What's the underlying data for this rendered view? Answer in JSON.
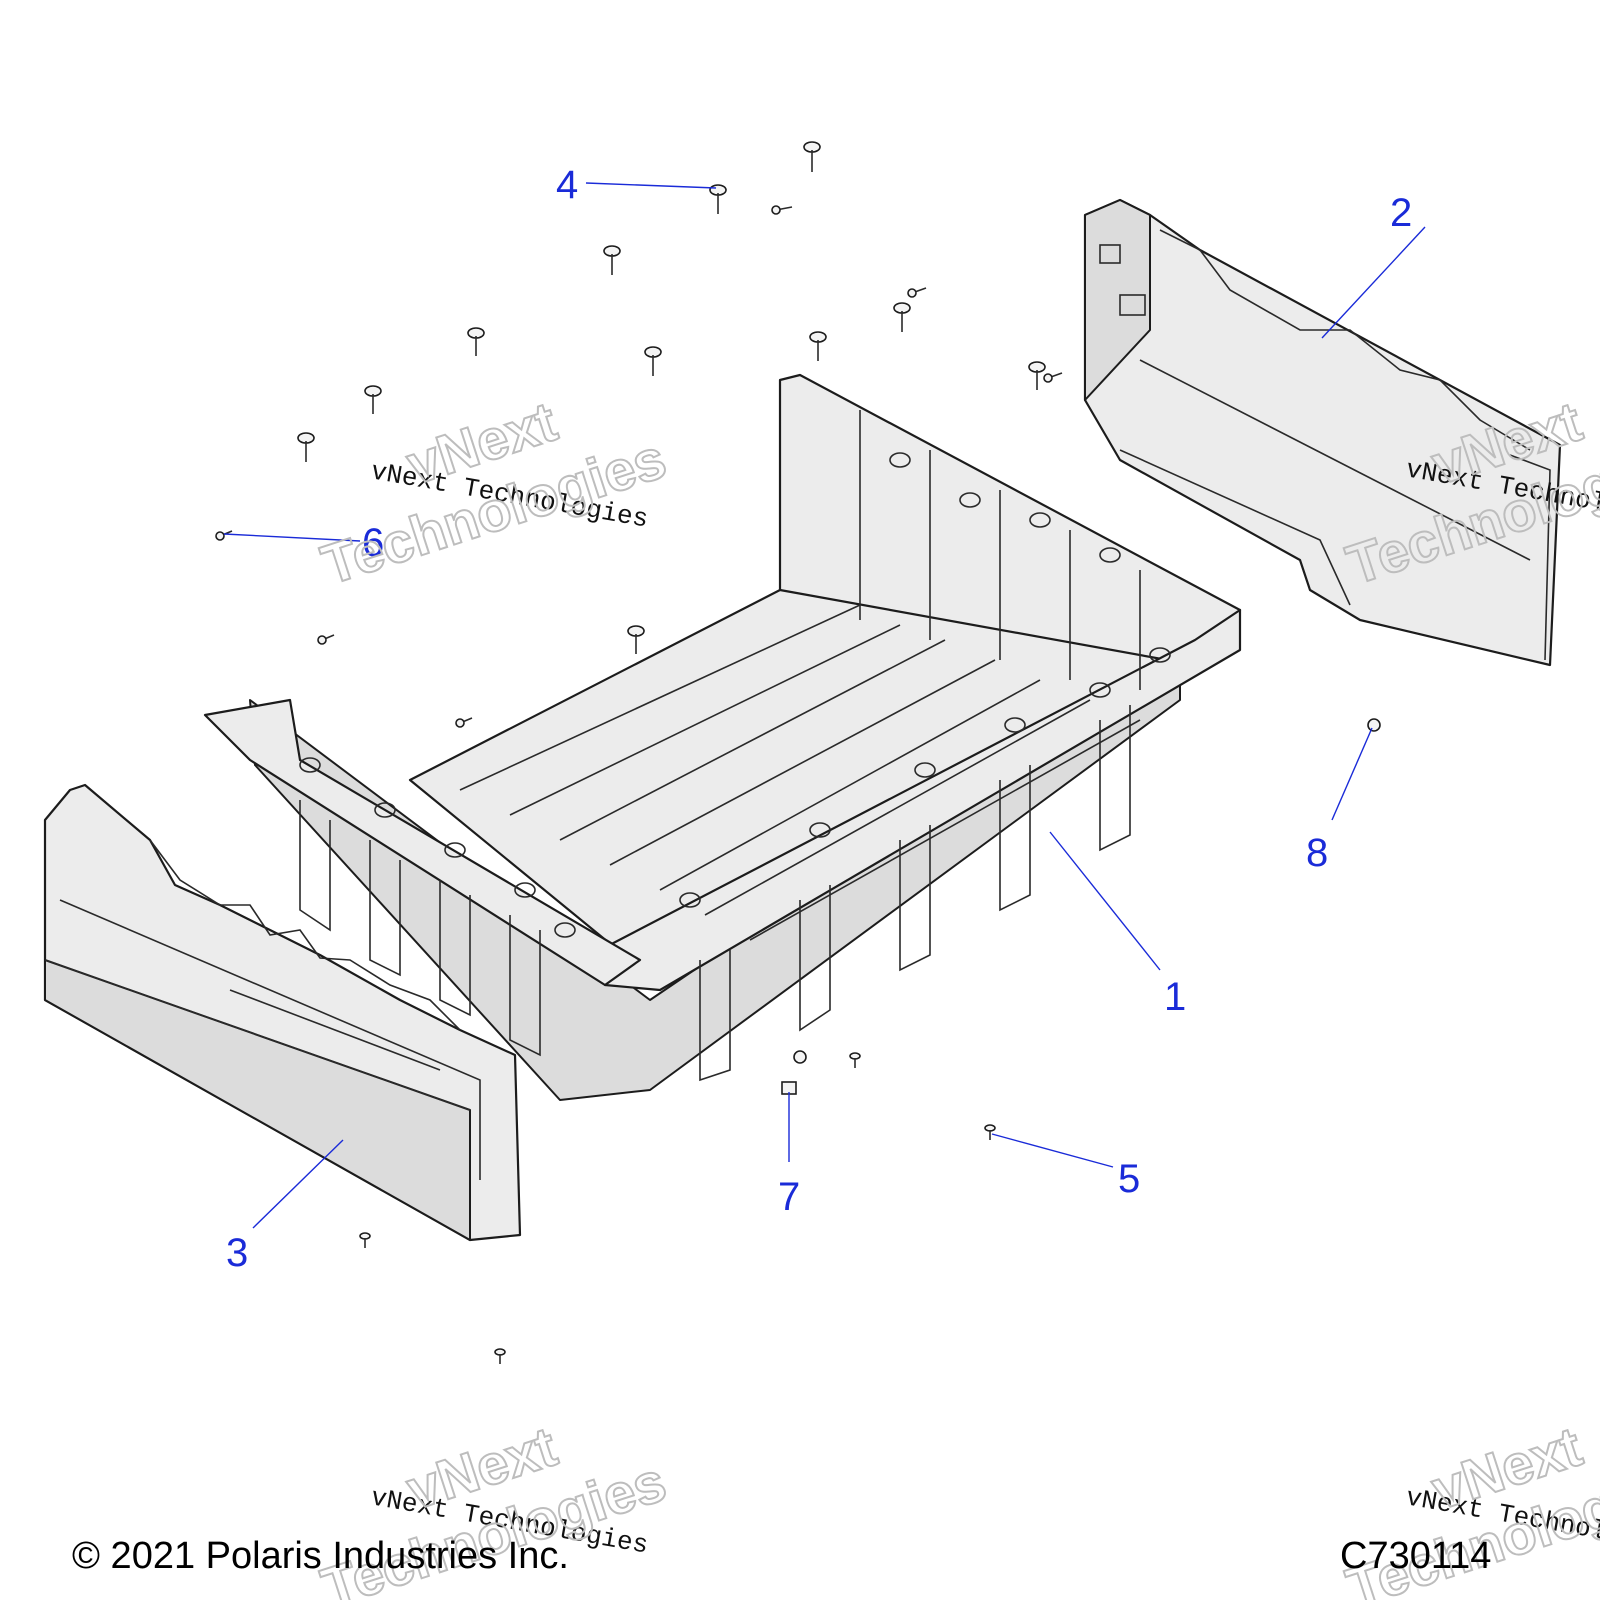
{
  "callouts": [
    {
      "id": "1",
      "label": "1"
    },
    {
      "id": "2",
      "label": "2"
    },
    {
      "id": "3",
      "label": "3"
    },
    {
      "id": "4",
      "label": "4"
    },
    {
      "id": "5",
      "label": "5"
    },
    {
      "id": "6",
      "label": "6"
    },
    {
      "id": "7",
      "label": "7"
    },
    {
      "id": "8",
      "label": "8"
    }
  ],
  "footer": {
    "copyright": "© 2021 Polaris Industries Inc.",
    "diagram_code": "C730114"
  },
  "watermark": {
    "small_text": "vNext Technologies",
    "big_line1": "vNext",
    "big_line2": "Technologies"
  },
  "colors": {
    "callout": "#1a2bd8",
    "line_art": "#1c1c1c",
    "part_fill": "#ececec"
  }
}
